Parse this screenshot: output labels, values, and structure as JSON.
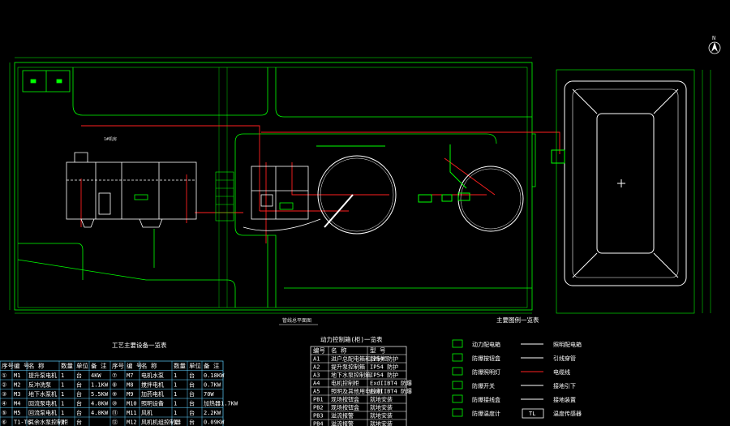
{
  "colors": {
    "background": "#000000",
    "outline": "#00ff00",
    "cable": "#ff2020",
    "wall": "#ffffff",
    "table_line": "#5fd0ff",
    "label": "#e0e0e0"
  },
  "north": {
    "label": "N"
  },
  "plan_labels": {
    "room_tag": "1#机房",
    "caption": "管线总平面图"
  },
  "table1": {
    "title": "工艺主要设备一览表",
    "headers": [
      "序号",
      "编 号",
      "名 称",
      "数量",
      "单位",
      "备 注",
      "序号",
      "编 号",
      "名 称",
      "数量",
      "单位",
      "备 注"
    ],
    "rows": [
      [
        "①",
        "M1",
        "提升泵电机",
        "1",
        "台",
        "4KW",
        "⑦",
        "M7",
        "电机水泵",
        "1",
        "台",
        "0.18KW"
      ],
      [
        "②",
        "M2",
        "反冲洗泵",
        "1",
        "台",
        "1.1KW",
        "⑧",
        "M8",
        "搅拌电机",
        "1",
        "台",
        "0.7KW"
      ],
      [
        "③",
        "M3",
        "地下水泵机",
        "1",
        "台",
        "5.5KW",
        "⑨",
        "M9",
        "加药电机",
        "1",
        "台",
        "70W"
      ],
      [
        "④",
        "M4",
        "回流泵电机",
        "1",
        "台",
        "4.0KW",
        "⑩",
        "M10",
        "照明设备",
        "1",
        "台",
        "加热器1.7KW"
      ],
      [
        "⑤",
        "M5",
        "回流泵电机",
        "1",
        "台",
        "4.0KW",
        "⑪",
        "M11",
        "风机",
        "1",
        "台",
        "2.2KW"
      ],
      [
        "⑥",
        "T1-T6",
        "其余水泵控制柜",
        "1",
        "台",
        "",
        "⑫",
        "M12",
        "风机机组控制器",
        "1",
        "台",
        "0.09KW"
      ]
    ]
  },
  "table2": {
    "title": "动力控制箱(柜)一览表",
    "headers": [
      "编号",
      "名 称",
      "型 号"
    ],
    "rows": [
      [
        "A1",
        "进户总配电箱和控制柜",
        "IP54 防护"
      ],
      [
        "A2",
        "提升泵控制箱",
        "IP54 防护"
      ],
      [
        "A3",
        "地下水泵控制箱",
        "IP54 防护"
      ],
      [
        "A4",
        "电机控制柜",
        "ExdIIBT4 防爆"
      ],
      [
        "A5",
        "照明及其他用电控制",
        "ExdIIBT4 防爆"
      ],
      [
        "PB1",
        "现场按钮盒",
        "就地安装"
      ],
      [
        "PB2",
        "现场按钮盒",
        "就地安装"
      ],
      [
        "PB3",
        "溢流报警",
        "就地安装"
      ],
      [
        "PB4",
        "溢流报警",
        "就地安装"
      ]
    ]
  },
  "legend": {
    "title": "主要图例一览表",
    "items": [
      {
        "symbol": "动力配电箱",
        "text": "照明配电箱"
      },
      {
        "symbol": "防爆按钮盒",
        "text": "引线穿管"
      },
      {
        "symbol": "防爆照明灯",
        "text": "电缆线"
      },
      {
        "symbol": "防爆开关",
        "text": "接地引下"
      },
      {
        "symbol": "防爆接线盒",
        "text": "接地装置"
      },
      {
        "symbol": "防爆温度计",
        "text": "TL",
        "extra": "温度传感器"
      }
    ]
  }
}
